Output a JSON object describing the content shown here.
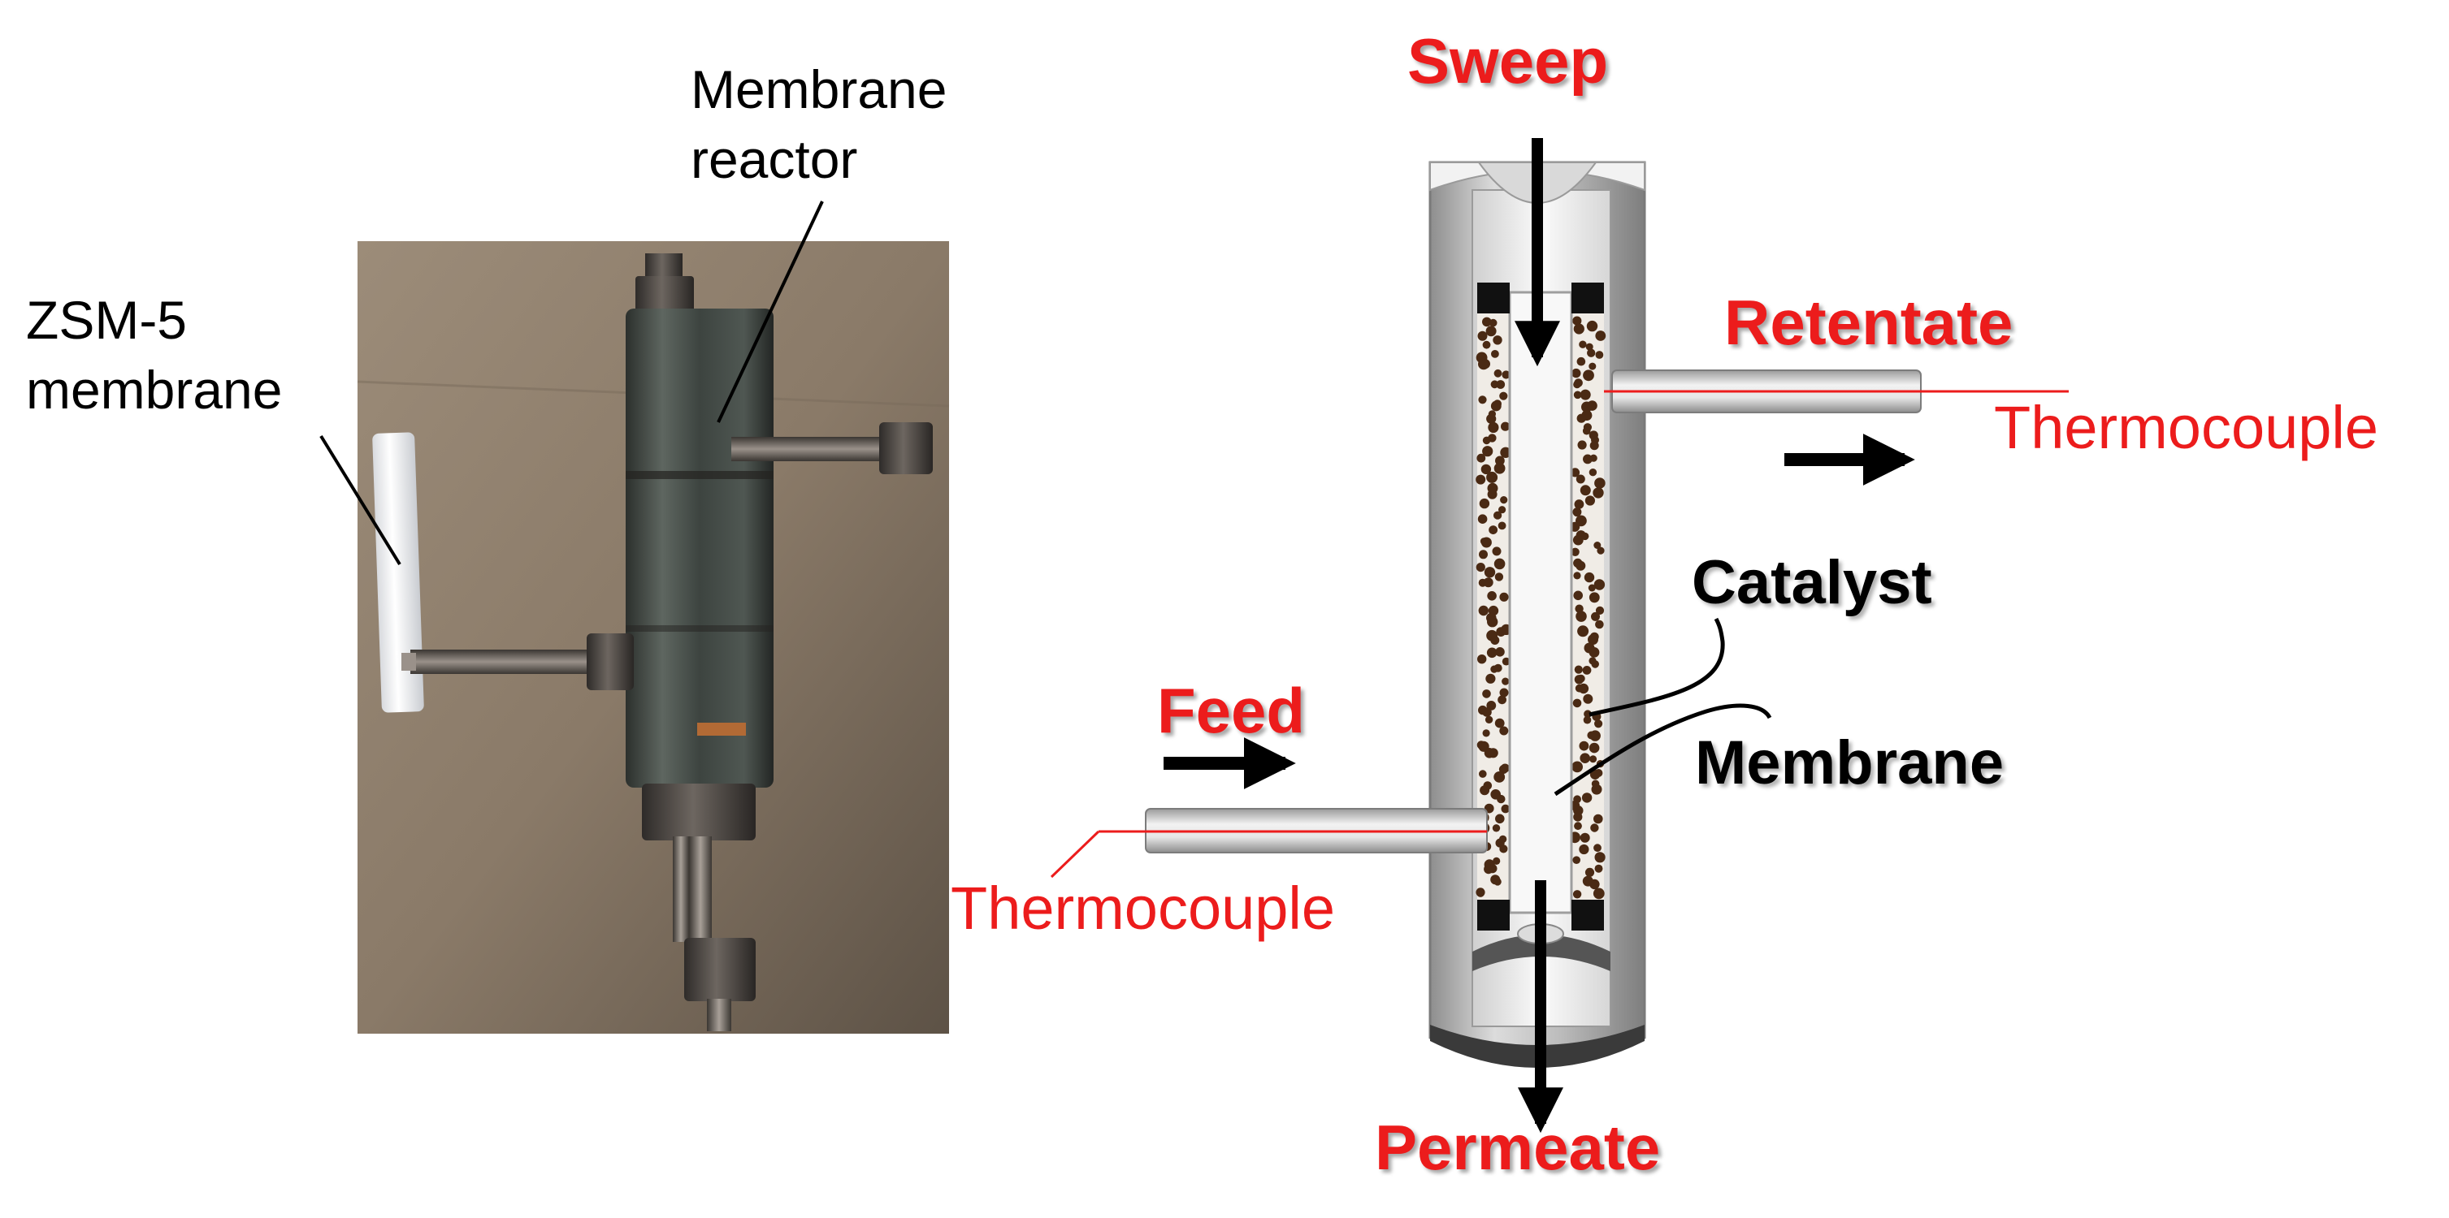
{
  "photo": {
    "labels": {
      "membrane_reactor": "Membrane reactor",
      "zsm5_membrane": "ZSM-5 membrane"
    }
  },
  "schematic": {
    "labels": {
      "sweep": "Sweep",
      "retentate": "Retentate",
      "thermocouple_top": "Thermocouple",
      "catalyst": "Catalyst",
      "membrane": "Membrane",
      "feed": "Feed",
      "thermocouple_bottom": "Thermocouple",
      "permeate": "Permeate"
    }
  },
  "colors": {
    "flow_label": "#ec1c1c",
    "thermocouple_label": "#ec1c1c",
    "component_label": "#000000",
    "catalyst_particle": "#4a2a14"
  }
}
